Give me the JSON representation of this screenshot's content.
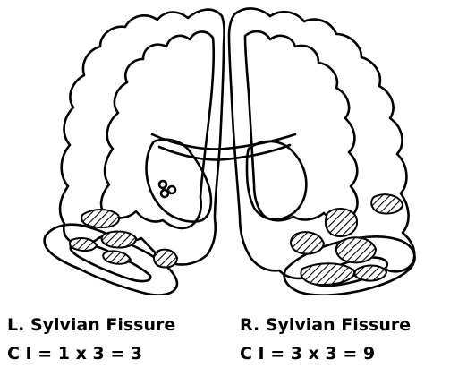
{
  "captions": {
    "left_title": "L. Sylvian Fissure",
    "left_ci": "C I = 1 x 3 = 3",
    "right_title": "R. Sylvian Fissure",
    "right_ci": "C I = 3 x 3 = 9"
  },
  "colors": {
    "ink": "#000000",
    "background": "#ffffff"
  }
}
